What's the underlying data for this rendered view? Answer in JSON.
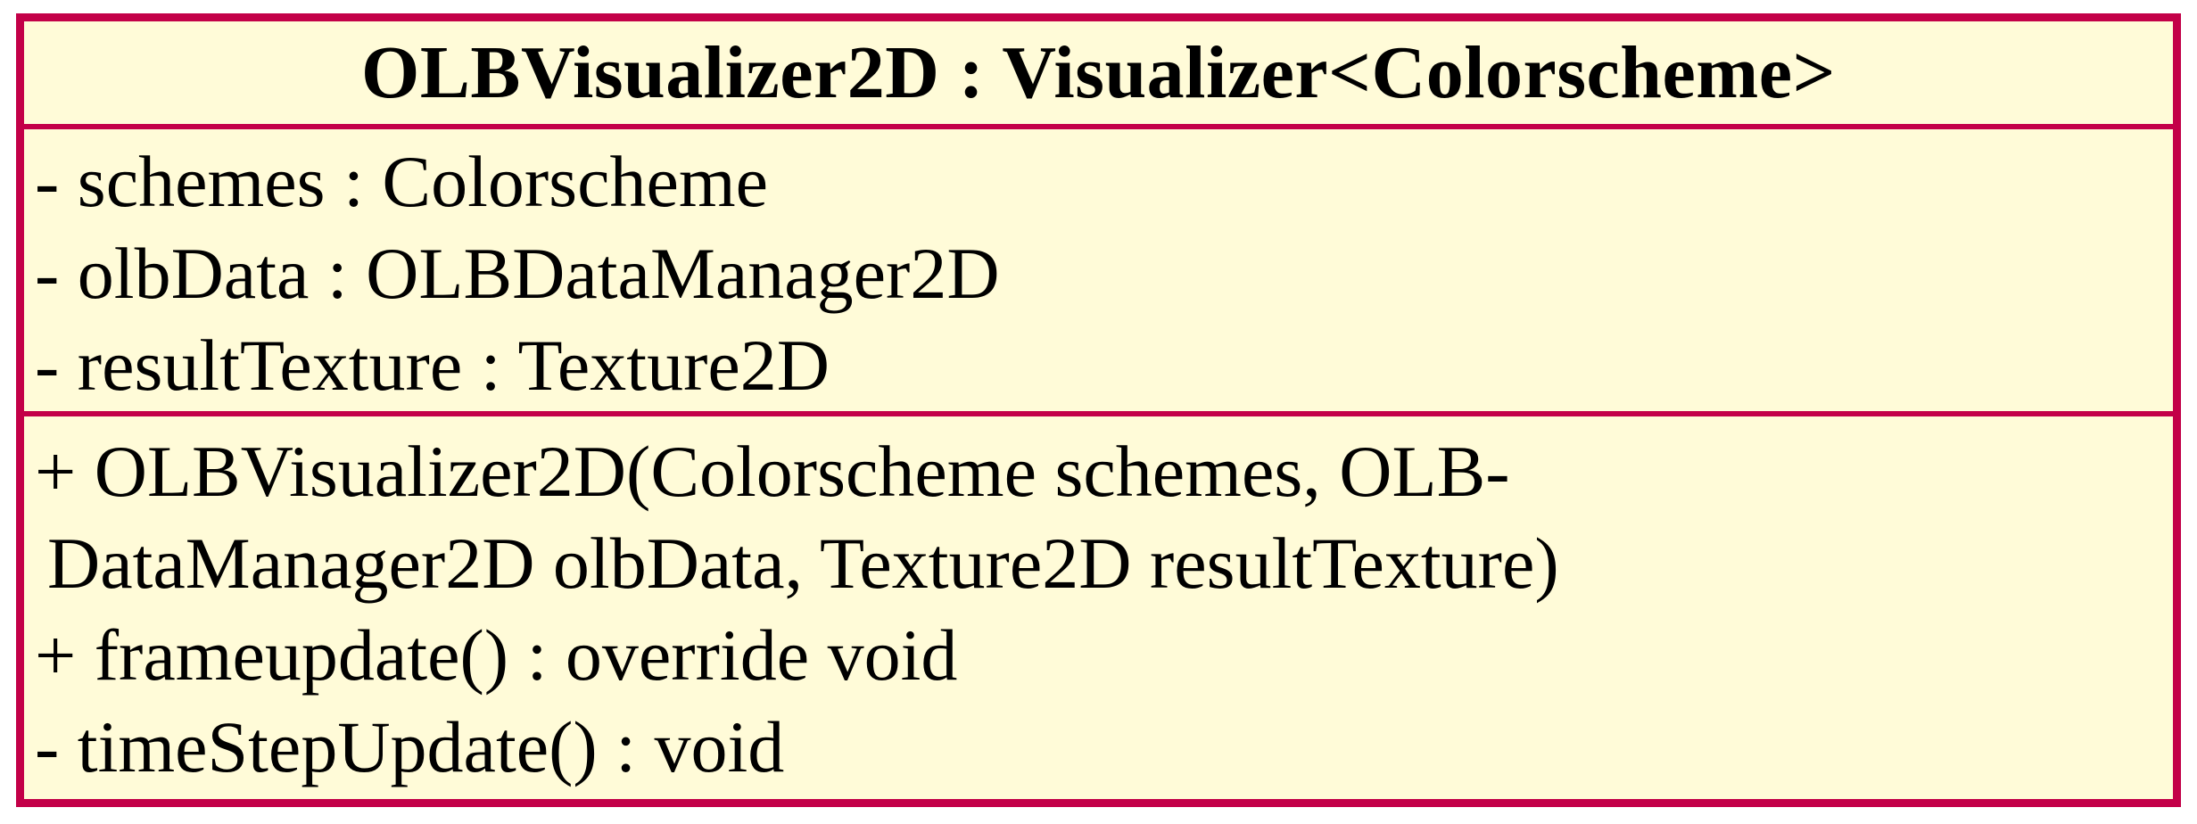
{
  "diagram": {
    "title": "OLBVisualizer2D : Visualizer<Colorscheme>",
    "attributes": [
      "- schemes : Colorscheme",
      "- olbData : OLBDataManager2D",
      "- resultTexture : Texture2D"
    ],
    "method_lines": [
      "+ OLBVisualizer2D(Colorscheme schemes, OLB-",
      "DataManager2D olbData, Texture2D resultTexture)",
      "+ frameupdate() : override void",
      "- timeStepUpdate() : void"
    ],
    "colors": {
      "border": "#C30048",
      "background": "#FFFBD8",
      "text": "#000000",
      "page_background": "#FFFFFF"
    }
  }
}
